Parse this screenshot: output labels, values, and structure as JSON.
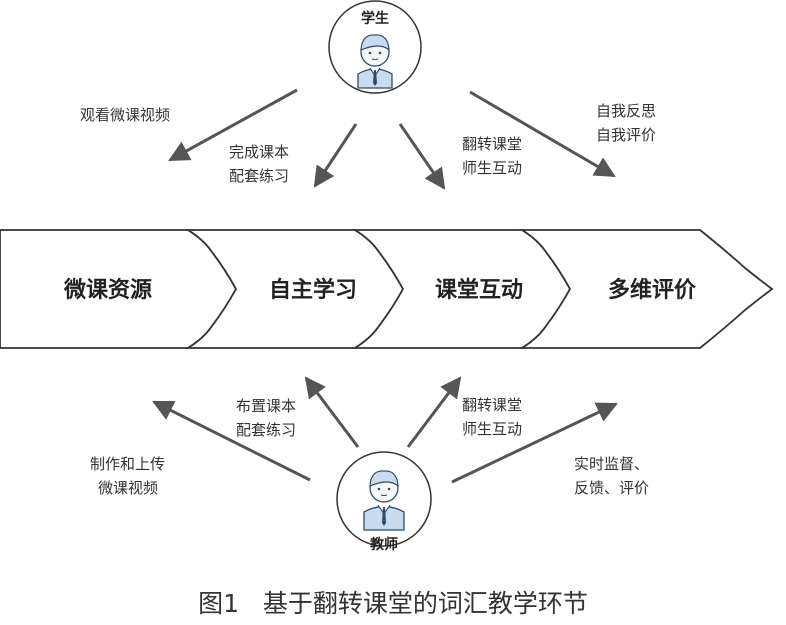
{
  "student": {
    "label": "学生"
  },
  "teacher": {
    "label": "教师"
  },
  "stages": [
    "微课资源",
    "自主学习",
    "课堂互动",
    "多维评价"
  ],
  "student_actions": {
    "watch": [
      "观看微课视频"
    ],
    "complete": [
      "完成课本",
      "配套练习"
    ],
    "flip": [
      "翻转课堂",
      "师生互动"
    ],
    "reflect": [
      "自我反思",
      "自我评价"
    ]
  },
  "teacher_actions": {
    "make": [
      "制作和上传",
      "微课视频"
    ],
    "assign": [
      "布置课本",
      "配套练习"
    ],
    "flip": [
      "翻转课堂",
      "师生互动"
    ],
    "monitor": [
      "实时监督、",
      "反馈、评价"
    ]
  },
  "caption": "图1   基于翻转课堂的词汇教学环节",
  "colors": {
    "arrow": "#555555",
    "figure_fill": "#c9dcef",
    "figure_stroke": "#2c4a6b"
  }
}
